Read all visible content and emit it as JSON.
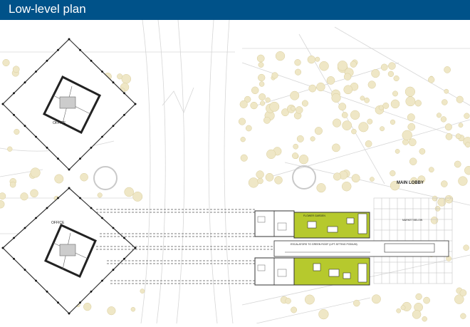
{
  "header": {
    "title": "Low-level plan"
  },
  "labels": {
    "office_top": "OFFICE",
    "office_bottom": "OFFICE",
    "main_lobby": "MAIN LOBBY",
    "market_below": "MARKET BELOW",
    "flower_garden": "FLOWER GARDEN",
    "escalators": "ESCALATORS TO GREEN ROOF (LIFT-SITTING PODIUM)"
  },
  "colors": {
    "header": "#005289",
    "header_text": "#ffffff",
    "green_roof": "#b6c92d",
    "tree": "#efe7c6",
    "tree_stroke": "#d9cd9c",
    "road_line": "#cfcfcf"
  }
}
